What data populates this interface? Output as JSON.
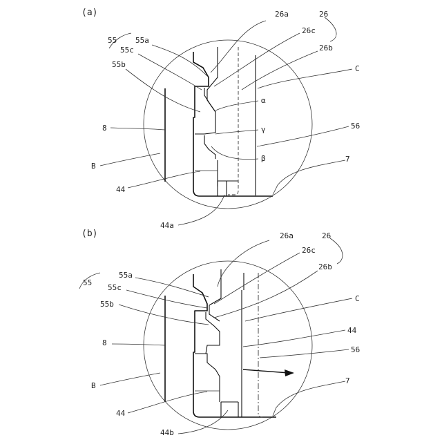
{
  "figures": [
    {
      "id": "a",
      "caption": "(a)",
      "labels": {
        "l26a": "26a",
        "l26": "26",
        "l26c": "26c",
        "l26b": "26b",
        "l55": "55",
        "l55a": "55a",
        "l55c": "55c",
        "l55b": "55b",
        "lC": "C",
        "lalpha": "α",
        "l8": "8",
        "lgamma": "γ",
        "l56": "56",
        "lB": "B",
        "lbeta": "β",
        "l7": "7",
        "l44": "44",
        "l44a": "44a"
      }
    },
    {
      "id": "b",
      "caption": "(b)",
      "labels": {
        "l26a": "26a",
        "l26": "26",
        "l26c": "26c",
        "l26b": "26b",
        "l55": "55",
        "l55a": "55a",
        "l55c": "55c",
        "l55b": "55b",
        "lC": "C",
        "l8": "8",
        "l44r": "44",
        "l56": "56",
        "lB": "B",
        "l7": "7",
        "l44": "44",
        "l44b": "44b"
      }
    }
  ]
}
